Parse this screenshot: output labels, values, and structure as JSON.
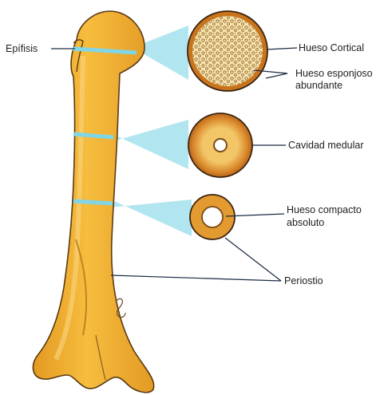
{
  "labels": {
    "epifisis": "Epífisis",
    "hueso_cortical": "Hueso Cortical",
    "hueso_esponjoso_line1": "Hueso esponjoso",
    "hueso_esponjoso_line2": "abundante",
    "cavidad_medular": "Cavidad medular",
    "hueso_compacto_line1": "Hueso compacto",
    "hueso_compacto_line2": "absoluto",
    "periostio": "Periostio"
  },
  "colors": {
    "bone_fill": "#f2b234",
    "bone_shadow": "#c9861a",
    "bone_outline": "#5a3a12",
    "cut_band": "#7fd6e6",
    "projection": "#a9e3ee",
    "cortical_ring": "#c9741c",
    "medulla": "#f4d88a",
    "leader_line": "#1b2a44"
  }
}
